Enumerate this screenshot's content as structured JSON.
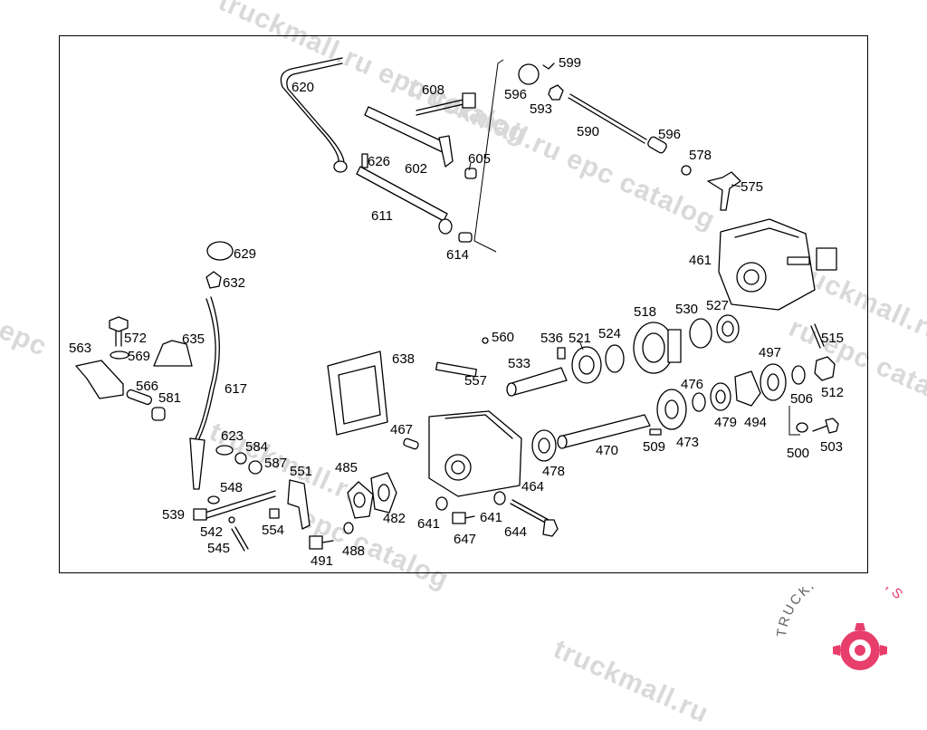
{
  "watermarks": [
    "truckmall.ru epc catalog",
    "truckmall.ru epc catalog",
    "epc catalog",
    "truckmall.ru",
    "l epc",
    "truckmall.ru",
    "ru epc catalog",
    "truckmall.ru"
  ],
  "brand": {
    "text_top": "TRUCKMALL",
    "text_parts": "PARTS",
    "accent": "#e83e6c"
  },
  "colors": {
    "line": "#000000",
    "watermark": "#d9d9d9"
  },
  "parts": [
    "620",
    "608",
    "596",
    "599",
    "593",
    "590",
    "596",
    "578",
    "575",
    "626",
    "602",
    "605",
    "611",
    "614",
    "461",
    "629",
    "632",
    "572",
    "563",
    "569",
    "635",
    "566",
    "581",
    "617",
    "623",
    "584",
    "587",
    "551",
    "548",
    "539",
    "542",
    "545",
    "554",
    "638",
    "557",
    "560",
    "533",
    "536",
    "521",
    "524",
    "518",
    "530",
    "527",
    "515",
    "497",
    "512",
    "506",
    "476",
    "479",
    "494",
    "470",
    "509",
    "473",
    "478",
    "500",
    "503",
    "467",
    "464",
    "485",
    "482",
    "641",
    "641",
    "647",
    "644",
    "491",
    "488"
  ]
}
